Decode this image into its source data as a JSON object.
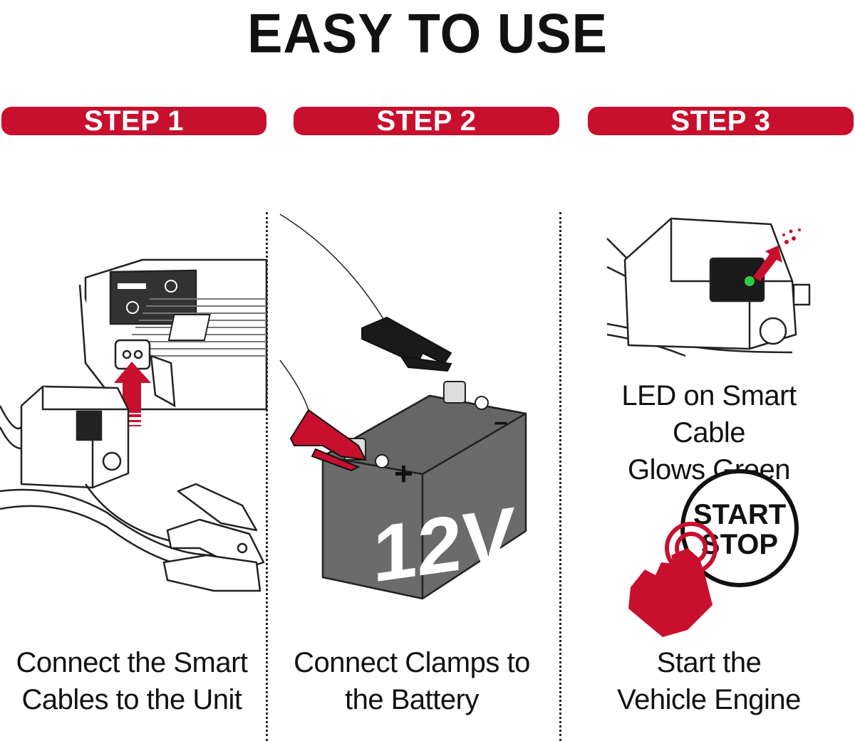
{
  "title": "EASY TO USE",
  "steps": [
    {
      "label": "STEP 1",
      "caption_line1": "Connect the Smart",
      "caption_line2": "Cables to the Unit"
    },
    {
      "label": "STEP 2",
      "caption_line1": "Connect Clamps to",
      "caption_line2": "the Battery"
    },
    {
      "label": "STEP 3",
      "caption_line1": "Start the",
      "caption_line2": "Vehicle Engine"
    }
  ],
  "led_caption": {
    "line1": "LED on Smart Cable",
    "line2": "Glows Green"
  },
  "battery": {
    "voltage_label": "12V",
    "positive_symbol": "+",
    "negative_symbol": "−"
  },
  "start_button": {
    "line1": "START",
    "line2": "STOP"
  },
  "colors": {
    "accent": "#c8102e",
    "battery": "#6b6b6b",
    "led_green": "#2ecc40"
  }
}
